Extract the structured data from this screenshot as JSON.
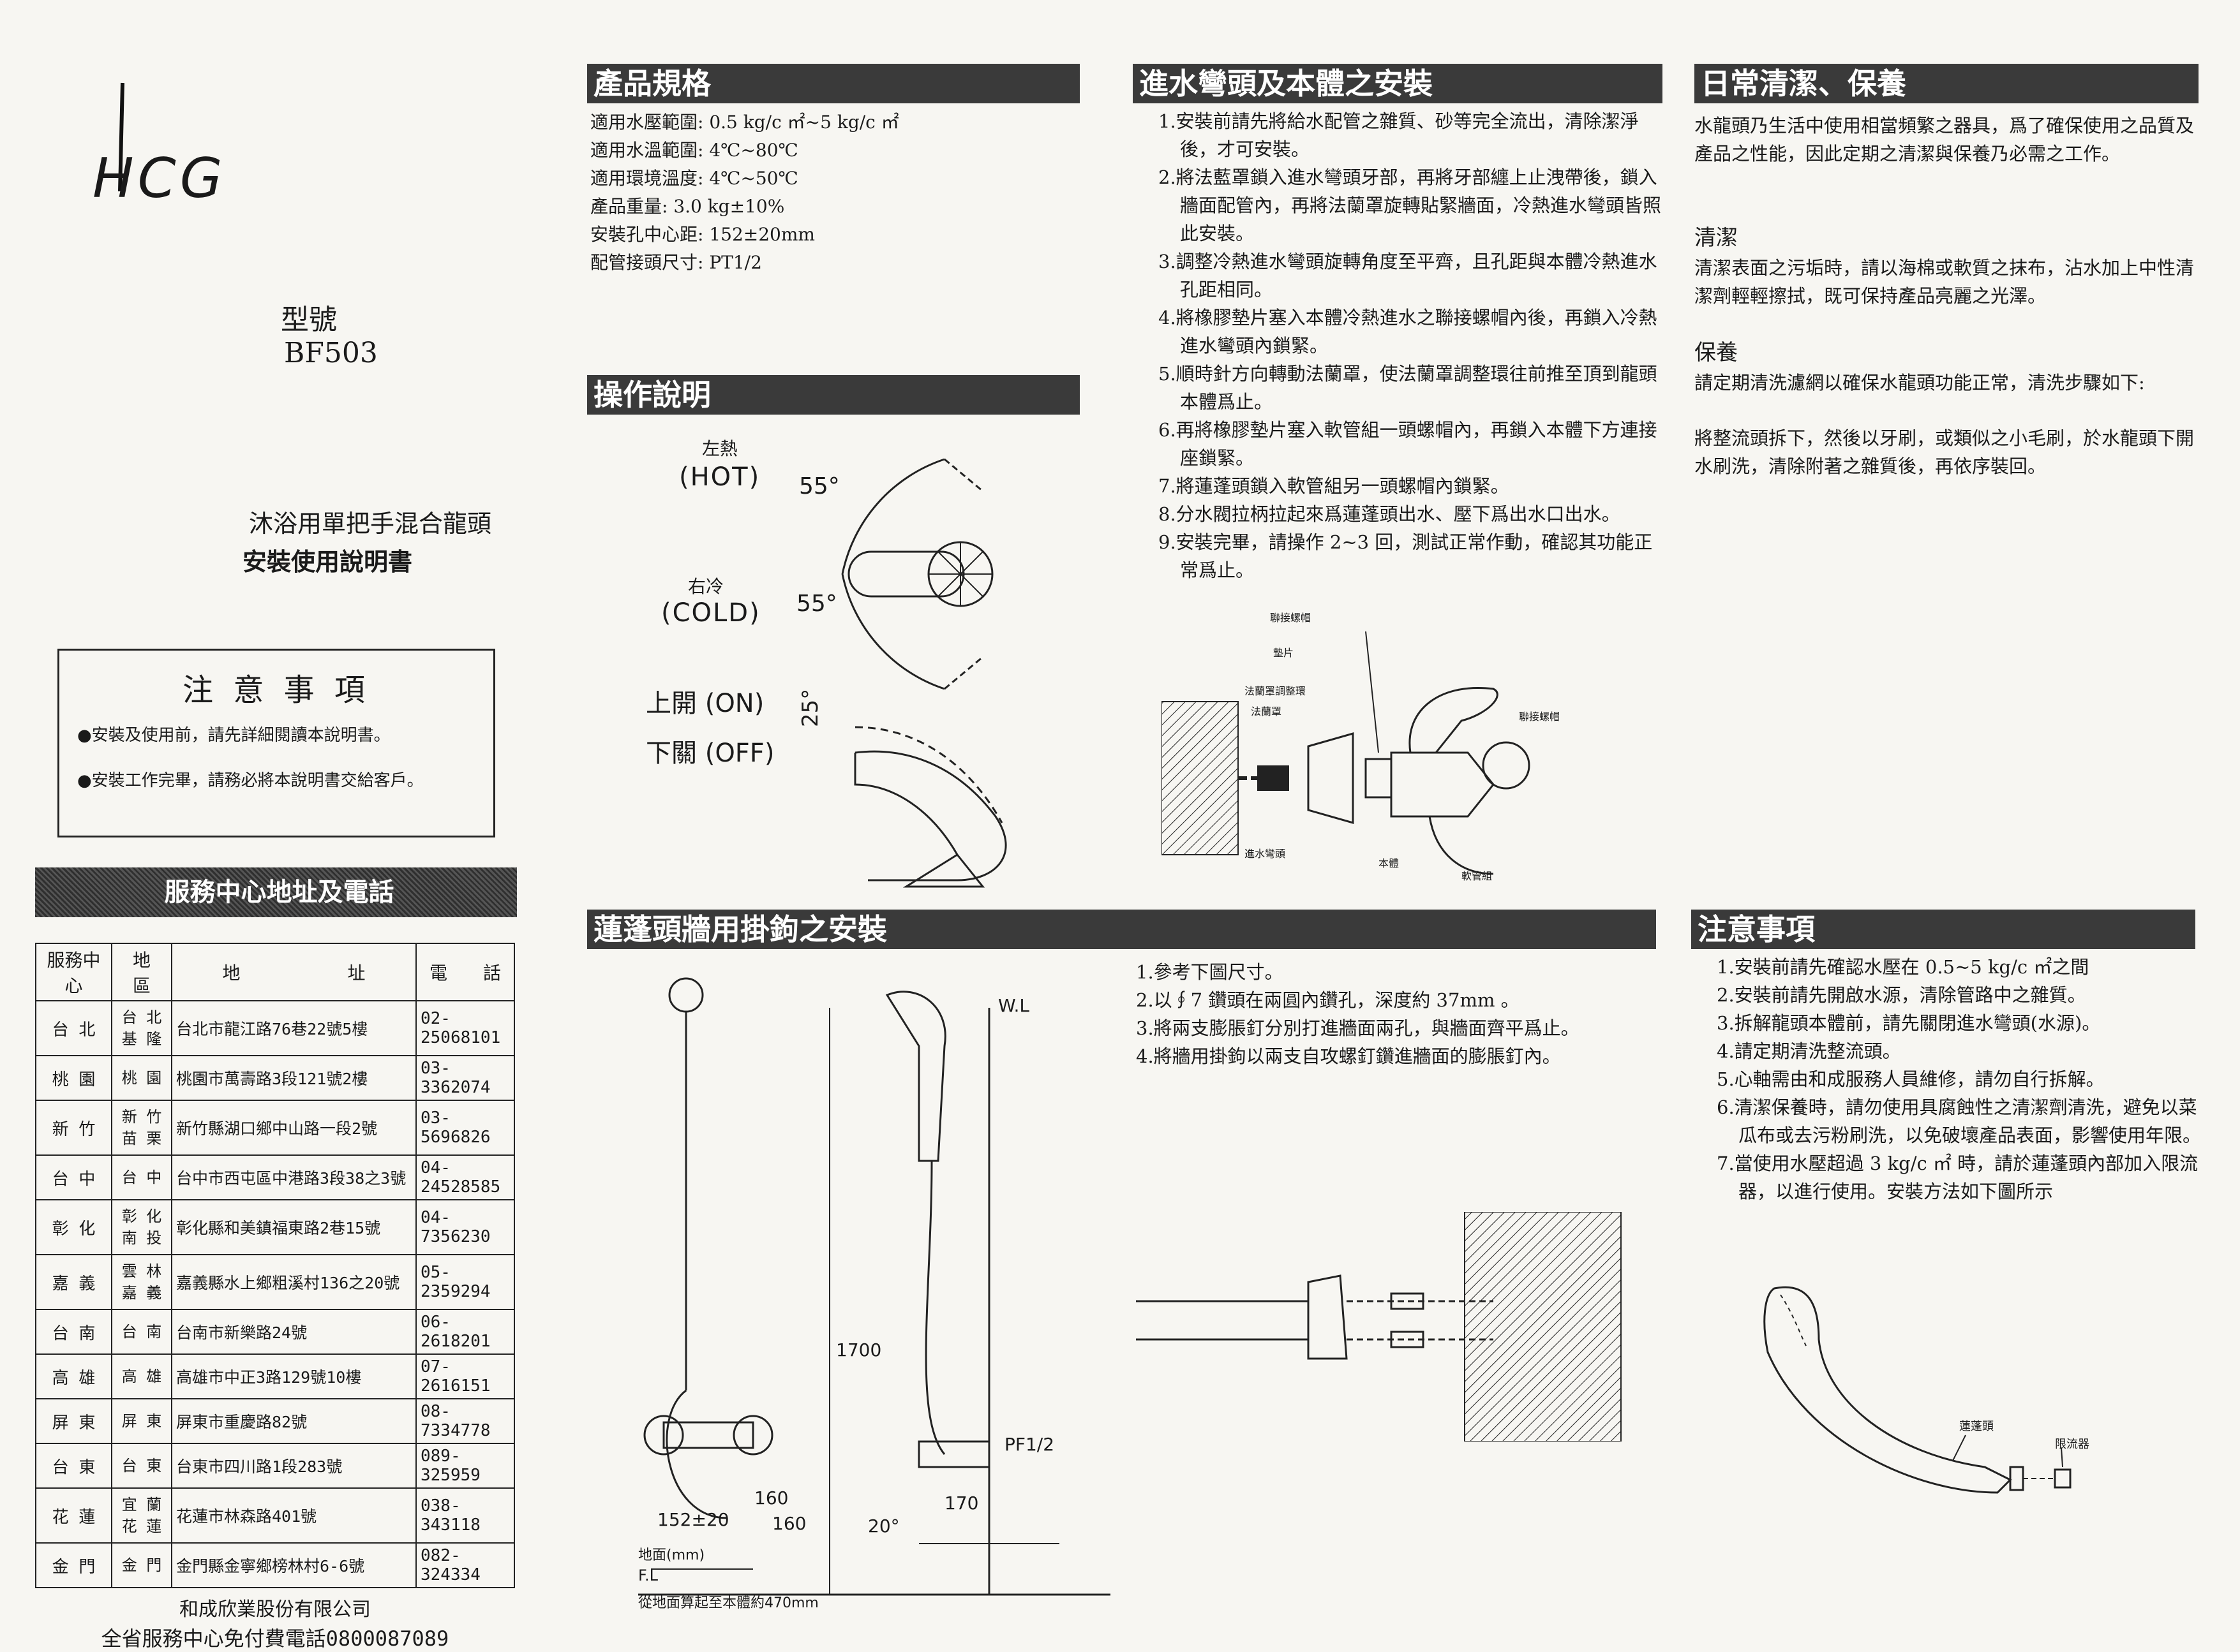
{
  "brand": {
    "logo": "HCG"
  },
  "cover": {
    "model_label": "型號",
    "model_number": "BF503",
    "product_name": "沐浴用單把手混合龍頭",
    "manual_title": "安裝使用說明書"
  },
  "notice": {
    "title": "注 意 事 項",
    "items": [
      "●安裝及使用前，請先詳細閱讀本說明書。",
      "●安裝工作完畢，請務必將本說明書交給客戶。"
    ]
  },
  "service": {
    "title": "服務中心地址及電話",
    "columns": [
      "服務中心",
      "地　區",
      "地　　　　　　址",
      "電　　話"
    ],
    "rows": [
      {
        "center": "台 北",
        "area": "台 北 基 隆",
        "address": "台北市龍江路76巷22號5樓",
        "phone": "02-25068101"
      },
      {
        "center": "桃 園",
        "area": "桃 園",
        "address": "桃園市萬壽路3段121號2樓",
        "phone": "03-3362074"
      },
      {
        "center": "新 竹",
        "area": "新 竹 苗 栗",
        "address": "新竹縣湖口鄉中山路一段2號",
        "phone": "03-5696826"
      },
      {
        "center": "台 中",
        "area": "台 中",
        "address": "台中市西屯區中港路3段38之3號",
        "phone": "04-24528585"
      },
      {
        "center": "彰 化",
        "area": "彰 化 南 投",
        "address": "彰化縣和美鎮福東路2巷15號",
        "phone": "04-7356230"
      },
      {
        "center": "嘉 義",
        "area": "雲 林 嘉 義",
        "address": "嘉義縣水上鄉粗溪村136之20號",
        "phone": "05-2359294"
      },
      {
        "center": "台 南",
        "area": "台 南",
        "address": "台南市新樂路24號",
        "phone": "06-2618201"
      },
      {
        "center": "高 雄",
        "area": "高 雄",
        "address": "高雄市中正3路129號10樓",
        "phone": "07-2616151"
      },
      {
        "center": "屏 東",
        "area": "屏 東",
        "address": "屏東市重慶路82號",
        "phone": "08-7334778"
      },
      {
        "center": "台 東",
        "area": "台 東",
        "address": "台東市四川路1段283號",
        "phone": "089-325959"
      },
      {
        "center": "花 蓮",
        "area": "宜 蘭 花 蓮",
        "address": "花蓮市林森路401號",
        "phone": "038-343118"
      },
      {
        "center": "金 門",
        "area": "金 門",
        "address": "金門縣金寧鄉榜林村6-6號",
        "phone": "082-324334"
      }
    ],
    "company": "和成欣業股份有限公司",
    "hotline": "全省服務中心免付費電話0800087089"
  },
  "specs": {
    "title": "產品規格",
    "items": [
      "適用水壓範圍: 0.5 kg/c ㎡~5 kg/c ㎡",
      "適用水溫範圍: 4℃~80℃",
      "適用環境溫度: 4℃~50℃",
      "產品重量: 3.0 kg±10%",
      "安裝孔中心距: 152±20mm",
      "配管接頭尺寸: PT1/2"
    ]
  },
  "operation": {
    "title": "操作說明",
    "hot_label": "左熱",
    "hot_en": "(HOT)",
    "cold_label": "右冷",
    "cold_en": "(COLD)",
    "angle_hot": "55°",
    "angle_cold": "55°",
    "on_label": "上開 (ON)",
    "off_label": "下關 (OFF)",
    "angle_lift": "25°"
  },
  "install": {
    "title": "進水彎頭及本體之安裝",
    "steps": [
      "1.安裝前請先將給水配管之雜質、砂等完全流出，清除潔淨後，才可安裝。",
      "2.將法藍罩鎖入進水彎頭牙部，再將牙部纏上止洩帶後，鎖入牆面配管內，再將法蘭罩旋轉貼緊牆面，冷熱進水彎頭皆照此安裝。",
      "3.調整冷熱進水彎頭旋轉角度至平齊，且孔距與本體冷熱進水孔距相同。",
      "4.將橡膠墊片塞入本體冷熱進水之聯接螺帽內後，再鎖入冷熱進水彎頭內鎖緊。",
      "5.順時針方向轉動法蘭罩，使法蘭罩調整環往前推至頂到龍頭本體爲止。",
      "6.再將橡膠墊片塞入軟管組一頭螺帽內，再鎖入本體下方連接座鎖緊。",
      "7.將蓮蓬頭鎖入軟管組另一頭螺帽內鎖緊。",
      "8.分水閥拉柄拉起來爲蓮蓬頭出水、壓下爲出水口出水。",
      "9.安裝完畢，請操作 2~3 回，測試正常作動，確認其功能正常爲止。"
    ],
    "diagram_labels": [
      "聯接螺帽",
      "墊片",
      "法蘭罩調整環",
      "法蘭罩",
      "進水彎頭",
      "本體",
      "軟管組",
      "聯接螺帽"
    ]
  },
  "cleaning": {
    "title": "日常清潔、保養",
    "intro": "水龍頭乃生活中使用相當頻繁之器具，爲了確保使用之品質及產品之性能，因此定期之清潔與保養乃必需之工作。",
    "clean_head": "清潔",
    "clean_text": "清潔表面之污垢時，請以海棉或軟質之抹布，沾水加上中性清潔劑輕輕擦拭，既可保持產品亮麗之光澤。",
    "care_head": "保養",
    "care_text": "請定期清洗濾網以確保水龍頭功能正常，清洗步驟如下:",
    "care_steps": "將整流頭拆下，然後以牙刷，或類似之小毛刷，於水龍頭下開水刷洗，清除附著之雜質後，再依序裝回。"
  },
  "hook": {
    "title": "蓮蓬頭牆用掛鉤之安裝",
    "steps": [
      "1.參考下圖尺寸。",
      "2.以∮7 鑽頭在兩圓內鑽孔，深度約 37mm 。",
      "3.將兩支膨脹釘分別打進牆面兩孔，與牆面齊平爲止。",
      "4.將牆用掛鉤以兩支自攻螺釘鑽進牆面的膨脹釘內。"
    ],
    "dims": {
      "wl": "W.L",
      "height": "1700",
      "pipe": "PF1/2",
      "d160a": "160",
      "d160b": "160",
      "d152": "152±20",
      "d170": "170",
      "angle": "20°",
      "fl": "F.L",
      "ground": "地面(mm)",
      "bottom": "從地面算起至本體約470mm"
    }
  },
  "caution": {
    "title": "注意事項",
    "items": [
      "1.安裝前請先確認水壓在 0.5~5 kg/c ㎡之間",
      "2.安裝前請先開啟水源，清除管路中之雜質。",
      "3.拆解龍頭本體前，請先關閉進水彎頭(水源)。",
      "4.請定期清洗整流頭。",
      "5.心軸需由和成服務人員維修，請勿自行拆解。",
      "6.清潔保養時，請勿使用具腐蝕性之清潔劑清洗，避免以菜瓜布或去污粉刷洗，以免破壞產品表面，影響使用年限。",
      "7.當使用水壓超過 3 kg/c ㎡ 時，請於蓮蓬頭內部加入限流器，以進行使用。安裝方法如下圖所示"
    ],
    "diagram_labels": [
      "蓮蓬頭",
      "限流器"
    ]
  }
}
